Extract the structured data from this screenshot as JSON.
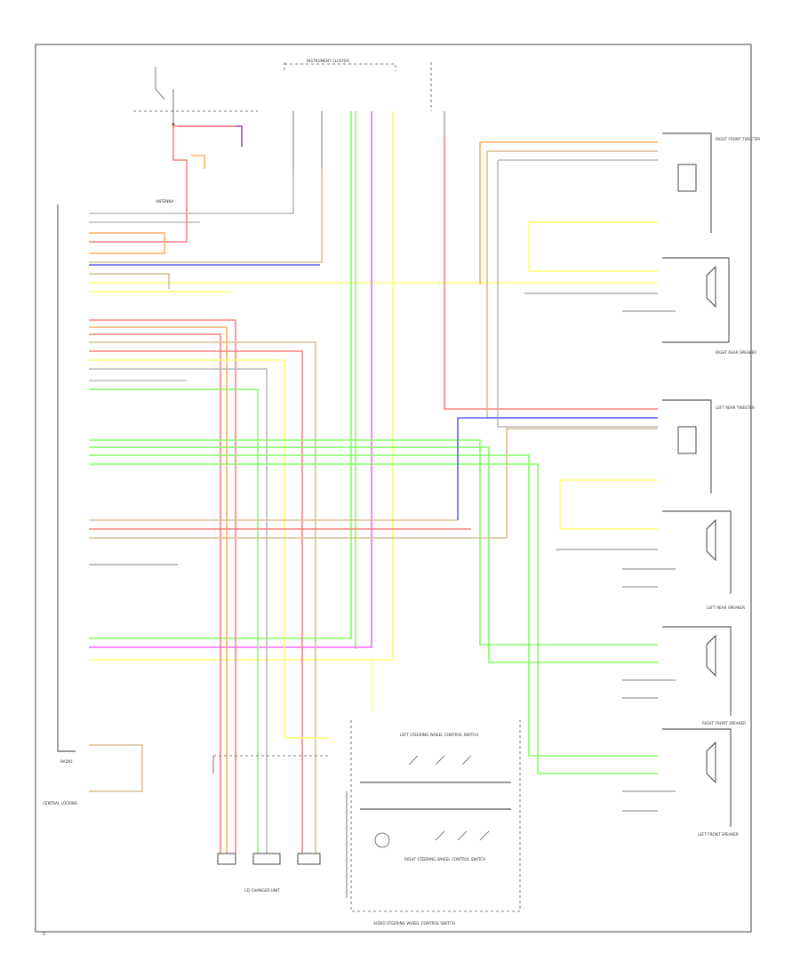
{
  "labels": {
    "instrument_cluster": "INSTRUMENT CLUSTER",
    "cd_changer": "CD CHANGER UNIT",
    "steering_switch": "AUDIO STEERING WHEEL CONTROL SWITCH",
    "left_switch": "LEFT STEERING WHEEL CONTROL SWITCH",
    "right_switch": "RIGHT STEERING WHEEL CONTROL SWITCH",
    "radio": "RADIO",
    "right_front_tweeter": "RIGHT FRONT TWEETER",
    "right_rear_speaker": "RIGHT REAR SPEAKER",
    "left_rear_tweeter": "LEFT REAR TWEETER",
    "left_rear_speaker": "LEFT REAR SPEAKER",
    "right_front_speaker": "RIGHT FRONT SPEAKER",
    "left_front_speaker": "LEFT FRONT SPEAKER",
    "central_locking": "CENTRAL LOCKING",
    "antenna": "ANTENNA",
    "ground": "G"
  },
  "colors": {
    "red": "#ff8080",
    "orange": "#ffb060",
    "yellow": "#ffff70",
    "green": "#80ff60",
    "magenta": "#ff60ff",
    "blue": "#6060ff",
    "tan": "#d8c090",
    "gray": "#bbbbbb",
    "purple": "#9050a0"
  }
}
